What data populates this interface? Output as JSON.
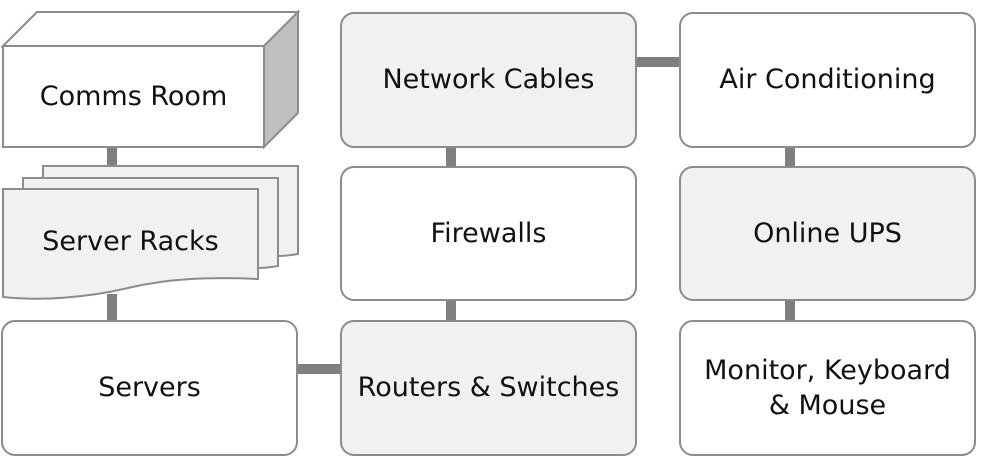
{
  "nodes": {
    "comms_room": "Comms Room",
    "server_racks": "Server Racks",
    "servers": "Servers",
    "network_cables": "Network Cables",
    "firewalls": "Firewalls",
    "routers_switches": "Routers & Switches",
    "air_conditioning": "Air Conditioning",
    "online_ups": "Online UPS",
    "monitor_keyboard_mouse": "Monitor, Keyboard\n& Mouse"
  },
  "colors": {
    "border": "#8c8c8c",
    "connector": "#7f7f7f",
    "fill_white": "#ffffff",
    "fill_grey": "#f1f1f1",
    "text": "#111111"
  }
}
